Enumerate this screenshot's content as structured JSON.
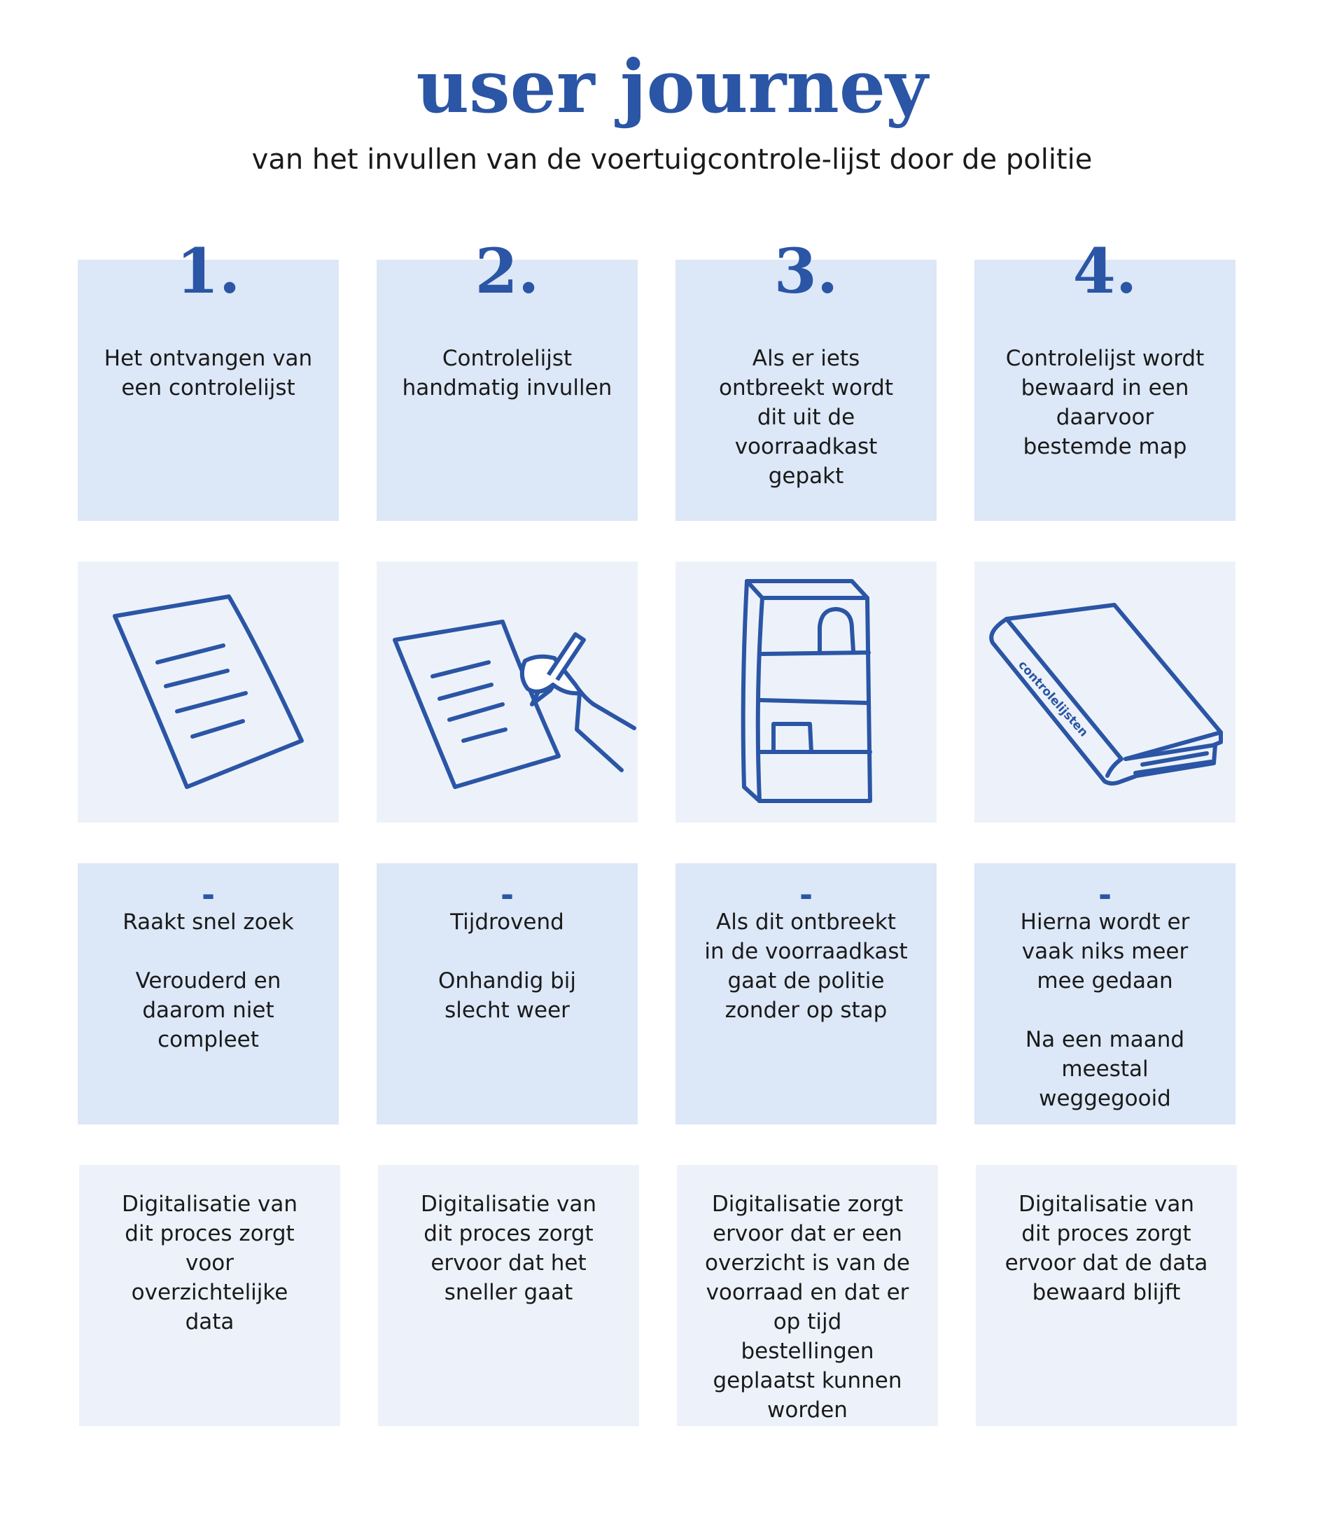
{
  "header": {
    "title": "user journey",
    "subtitle": "van het invullen van de voertuigcontrole-lijst door de politie"
  },
  "steps": [
    {
      "number": "1.",
      "text": "Het ontvangen van\neen controlelijst",
      "icon": "document-icon",
      "pain_marker": "-",
      "pain_points": "Raakt snel zoek\n\nVerouderd en\ndaarom niet\ncompleet",
      "solution": "Digitalisatie van\ndit proces zorgt\nvoor\noverzichtelijke\ndata"
    },
    {
      "number": "2.",
      "text": "Controlelijst\nhandmatig invullen",
      "icon": "hand-writing-icon",
      "pain_marker": "-",
      "pain_points": "Tijdrovend\n\nOnhandig bij\nslecht weer",
      "solution": "Digitalisatie van\ndit proces zorgt\nervoor dat het\nsneller gaat"
    },
    {
      "number": "3.",
      "text": "Als er iets\nontbreekt wordt\ndit uit de\nvoorraadkast\ngepakt",
      "icon": "cabinet-icon",
      "pain_marker": "-",
      "pain_points": "Als dit ontbreekt\nin de voorraadkast\ngaat de politie\nzonder op stap",
      "solution": "Digitalisatie zorgt\nervoor dat er een\noverzicht is van de\nvoorraad en dat er\nop tijd\nbestellingen\ngeplaatst kunnen\nworden"
    },
    {
      "number": "4.",
      "text": "Controlelijst wordt\nbewaard in een\ndaarvoor\nbestemde map",
      "icon": "binder-icon",
      "icon_label": "controlelijsten",
      "pain_marker": "-",
      "pain_points": "Hierna wordt er\nvaak niks meer\nmee gedaan\n\nNa een maand\nmeestal\nweggegooid",
      "solution": "Digitalisatie van\ndit proces zorgt\nervoor dat de data\nbewaard blijft"
    }
  ],
  "colors": {
    "accent": "#2b55a5",
    "box_dark": "#dce7f7",
    "box_light": "#edf2fa",
    "text": "#1a1a1a"
  }
}
